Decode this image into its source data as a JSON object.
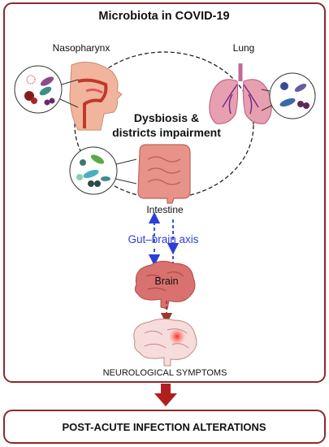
{
  "title": "Microbiota in COVID-19",
  "labels": {
    "nasopharynx": "Nasopharynx",
    "lung": "Lung",
    "dysbiosis_line1": "Dysbiosis &",
    "dysbiosis_line2": "districts impairment",
    "intestine": "Intestine",
    "gut_brain_axis": "Gut–brain axis",
    "brain": "Brain",
    "neurological_symptoms": "NEUROLOGICAL SYMPTOMS",
    "outcome": "POST-ACUTE INFECTION ALTERATIONS"
  },
  "colors": {
    "frame": "#8b2a2a",
    "axis_blue": "#2b3fd6",
    "brain_pink": "#d9726e",
    "arrow_red": "#b01e1e",
    "organ_pink": "#e8938a",
    "lung_purple": "#c16a9a"
  },
  "icons": [
    "nasopharynx-icon",
    "lung-icon",
    "intestine-icon",
    "brain-icon",
    "brain-lesion-icon",
    "microbe-cluster-icon"
  ]
}
